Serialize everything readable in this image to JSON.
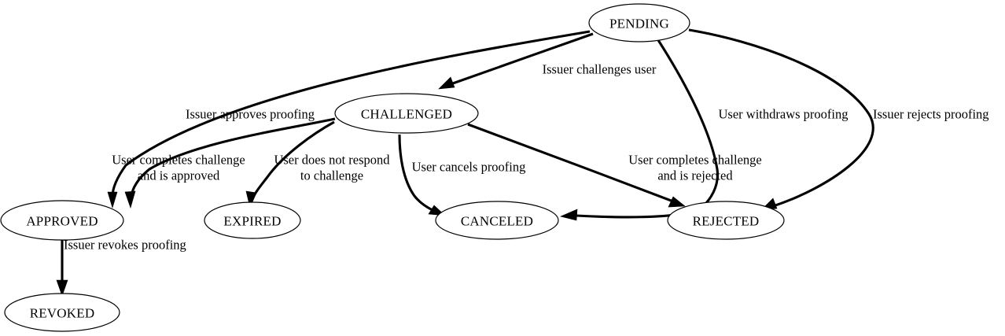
{
  "diagram": {
    "type": "state-machine",
    "title": "Proofing state transition diagram",
    "background_color": "#ffffff",
    "line_color": "#000000",
    "node_fill": "#ffffff",
    "nodes": [
      {
        "id": "pending",
        "label": "PENDING"
      },
      {
        "id": "challenged",
        "label": "CHALLENGED"
      },
      {
        "id": "approved",
        "label": "APPROVED"
      },
      {
        "id": "expired",
        "label": "EXPIRED"
      },
      {
        "id": "canceled",
        "label": "CANCELED"
      },
      {
        "id": "rejected",
        "label": "REJECTED"
      },
      {
        "id": "revoked",
        "label": "REVOKED"
      }
    ],
    "edges": [
      {
        "id": "e1",
        "from": "pending",
        "to": "challenged",
        "label": "Issuer challenges user"
      },
      {
        "id": "e2",
        "from": "pending",
        "to": "approved",
        "label": "Issuer approves proofing"
      },
      {
        "id": "e3",
        "from": "pending",
        "to": "rejected",
        "label": "User withdraws proofing"
      },
      {
        "id": "e4",
        "from": "pending",
        "to": "rejected",
        "label": "Issuer rejects proofing"
      },
      {
        "id": "e5",
        "from": "challenged",
        "to": "approved",
        "label": "User completes challenge\nand is approved",
        "label_line1": "User completes challenge",
        "label_line2": "and is approved"
      },
      {
        "id": "e6",
        "from": "challenged",
        "to": "expired",
        "label": "User does not respond\nto challenge",
        "label_line1": "User does not respond",
        "label_line2": "to challenge"
      },
      {
        "id": "e7",
        "from": "challenged",
        "to": "canceled",
        "label": "User cancels proofing"
      },
      {
        "id": "e8",
        "from": "challenged",
        "to": "rejected",
        "label": "User completes challenge\nand is rejected",
        "label_line1": "User completes challenge",
        "label_line2": "and is rejected"
      },
      {
        "id": "e9",
        "from": "approved",
        "to": "revoked",
        "label": "Issuer revokes proofing"
      }
    ]
  }
}
